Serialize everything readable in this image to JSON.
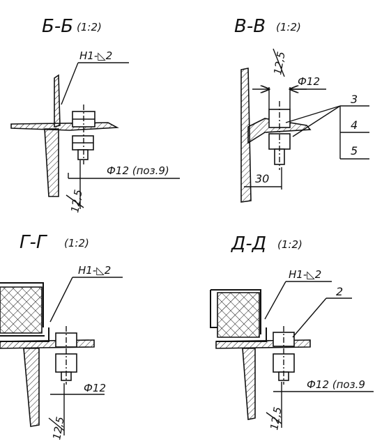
{
  "sections": [
    {
      "title": "Б-Б",
      "scale": "(1:2)",
      "weld": "Н1-◺2",
      "dia": "Ф12 (поз.9)",
      "dim": "12,5"
    },
    {
      "title": "В-В",
      "scale": "(1:2)",
      "dim_top": "12,5",
      "dia": "Ф12",
      "dim_bottom": "30",
      "table": [
        "3",
        "4",
        "5"
      ]
    },
    {
      "title": "Г-Г",
      "scale": "(1:2)",
      "weld": "Н1-◺2",
      "dia": "Ф12",
      "dim": "12,5"
    },
    {
      "title": "Д-Д",
      "scale": "(1:2)",
      "weld": "Н1-◺2",
      "callout": "2",
      "dia": "Ф12 (поз.9",
      "dim": "12,5"
    }
  ]
}
